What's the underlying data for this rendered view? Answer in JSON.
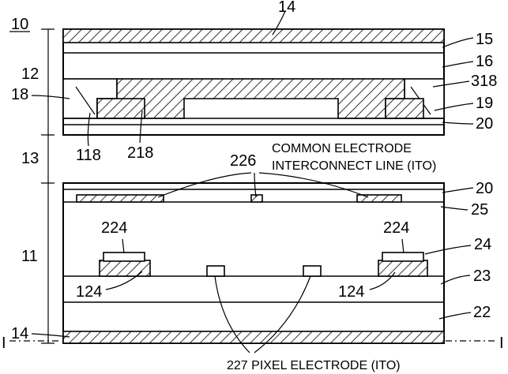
{
  "figure": {
    "ref_10": "10",
    "ref_12": "12",
    "ref_13": "13",
    "ref_11": "11",
    "top_layer_14": "14",
    "bottom_layer_14": "14",
    "l15": "15",
    "l16": "16",
    "l318": "318",
    "l18": "18",
    "l19": "19",
    "l20_top": "20",
    "l118": "118",
    "l218": "218",
    "common_line_1": "COMMON ELECTRODE",
    "common_line_2": "INTERCONNECT LINE (ITO)",
    "l226": "226",
    "l20_mid": "20",
    "l25": "25",
    "l224_left": "224",
    "l224_right": "224",
    "l24": "24",
    "l124_left": "124",
    "l124_right": "124",
    "l23": "23",
    "l22": "22",
    "section_left": "I",
    "section_right": "I",
    "pixel_label": "227 PIXEL ELECTRODE (ITO)"
  }
}
